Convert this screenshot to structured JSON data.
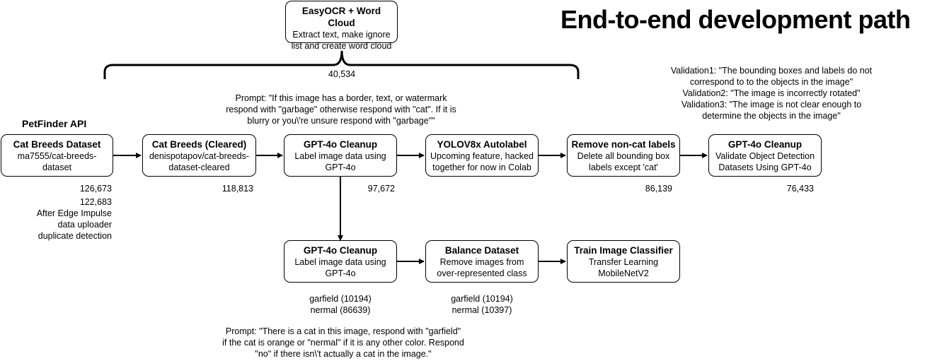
{
  "title": "End-to-end development path",
  "source_label": "PetFinder API",
  "boxes": {
    "easyocr": {
      "title": "EasyOCR + Word Cloud",
      "text": "Extract text, make ignore list and create word cloud"
    },
    "cat_breeds": {
      "title": "Cat Breeds Dataset",
      "text": "ma7555/cat-breeds-dataset"
    },
    "cat_breeds_cleared": {
      "title": "Cat Breeds (Cleared)",
      "text": "denispotapov/cat-breeds-dataset-cleared"
    },
    "gpt_cleanup_1": {
      "title": "GPT-4o Cleanup",
      "text": "Label image data using GPT-4o"
    },
    "yolo": {
      "title": "YOLOV8x Autolabel",
      "text": "Upcoming feature, hacked together for now in Colab"
    },
    "remove_noncat": {
      "title": "Remove non-cat labels",
      "text": "Delete all bounding box labels except 'cat'"
    },
    "gpt_cleanup_od": {
      "title": "GPT-4o Cleanup",
      "text": "Validate Object Detection Datasets Using GPT-4o"
    },
    "gpt_cleanup_2": {
      "title": "GPT-4o Cleanup",
      "text": "Label image data using GPT-4o"
    },
    "balance": {
      "title": "Balance Dataset",
      "text": "Remove images from over-represented class"
    },
    "train": {
      "title": "Train Image Classifier",
      "text": "Transfer Learning MobileNetV2"
    }
  },
  "counts": {
    "brace": "40,534",
    "cat_breeds": "126,673",
    "cat_breeds_edge": "122,683",
    "edge_note": "After Edge Impulse\ndata uploader\nduplicate detection",
    "cleared": "118,813",
    "gpt1": "97,672",
    "remove": "86,139",
    "od": "76,433",
    "gpt2_classes": "garfield (10194)\nnermal (86639)",
    "balance_classes": "garfield (10194)\nnermal (10397)"
  },
  "prompts": {
    "top": "Prompt: \"If this image has a border, text, or watermark\nrespond with \"garbage\" otherwise respond with \"cat\". If it is\nblurry or you\\'re unsure respond with \"garbage\"\"",
    "bottom": "Prompt: \"There is a cat in this image, respond with \"garfield\"\nif the cat is orange or \"nermal\" if it is any other color. Respond\n\"no\" if there isn\\'t actually a cat in the image.\""
  },
  "validations": "Validation1: \"The bounding boxes and labels do not\ncorrespond to to the objects in the image\"\nValidation2: \"The image is incorrectly rotated\"\nValidation3: \"The image is not clear enough to\ndetermine the objects in the image\""
}
